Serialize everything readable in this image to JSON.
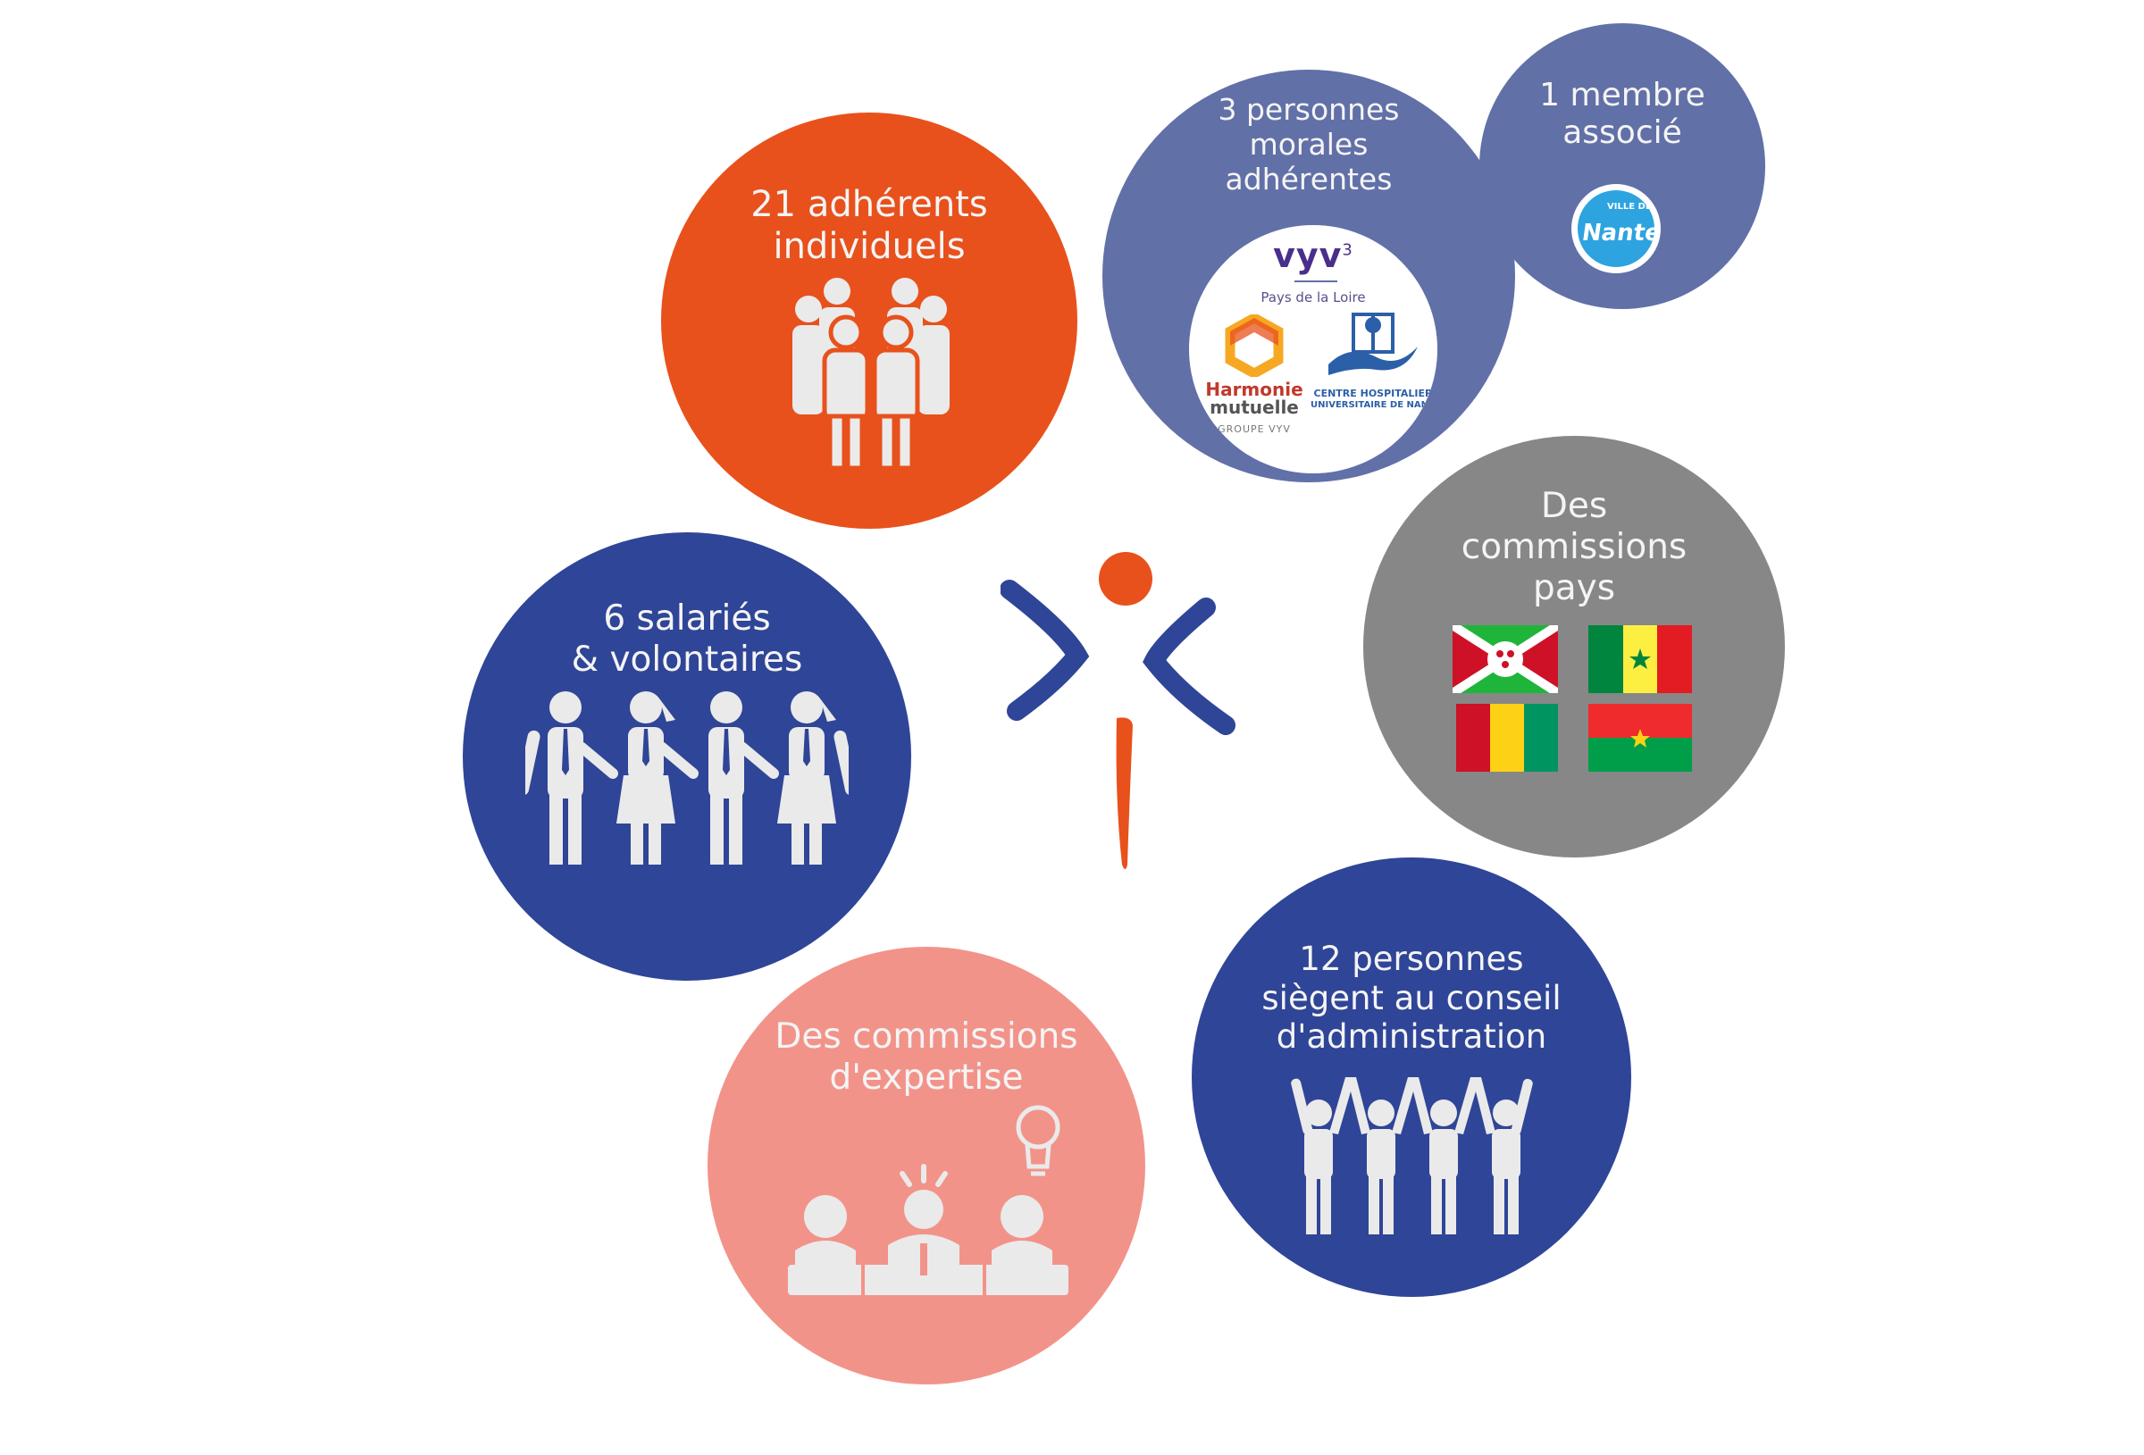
{
  "colors": {
    "orange": "#E8511C",
    "navy": "#2F4597",
    "lavender": "#6270A8",
    "grey": "#878787",
    "salmon": "#F2938A",
    "icon_fill": "#EAEAEA"
  },
  "circles": {
    "adherents": {
      "text": "21 adhérents\nindividuels",
      "icon": "crowd-icon"
    },
    "personnes_morales": {
      "text": "3 personnes\nmorales\nadhérentes",
      "logos": {
        "vyv": {
          "mark": "vyv",
          "sup": "3",
          "subtitle": "Pays de la Loire"
        },
        "harmonie": {
          "line1": "Harmonie",
          "line2": "mutuelle",
          "line3": "GROUPE VYV"
        },
        "chu": {
          "line1": "CENTRE HOSPITALIER",
          "line2": "UNIVERSITAIRE DE NANTES"
        }
      }
    },
    "membre_associe": {
      "text": "1 membre\nassocié",
      "logo": {
        "small": "VILLE DE",
        "big": "Nantes"
      }
    },
    "commissions_pays": {
      "text": "Des\ncommissions\npays",
      "flags": [
        "Burundi",
        "Sénégal",
        "Guinée",
        "Burkina Faso"
      ]
    },
    "salaries": {
      "text": "6 salariés\n& volontaires",
      "icon": "staff-icon"
    },
    "conseil": {
      "text": "12 personnes\nsiègent au conseil\nd'administration",
      "icon": "raised-hands-icon"
    },
    "expertise": {
      "text": "Des commissions\nd'expertise",
      "icon": "meeting-icon"
    }
  },
  "center_logo": {
    "icon": "organisation-logo-icon"
  }
}
